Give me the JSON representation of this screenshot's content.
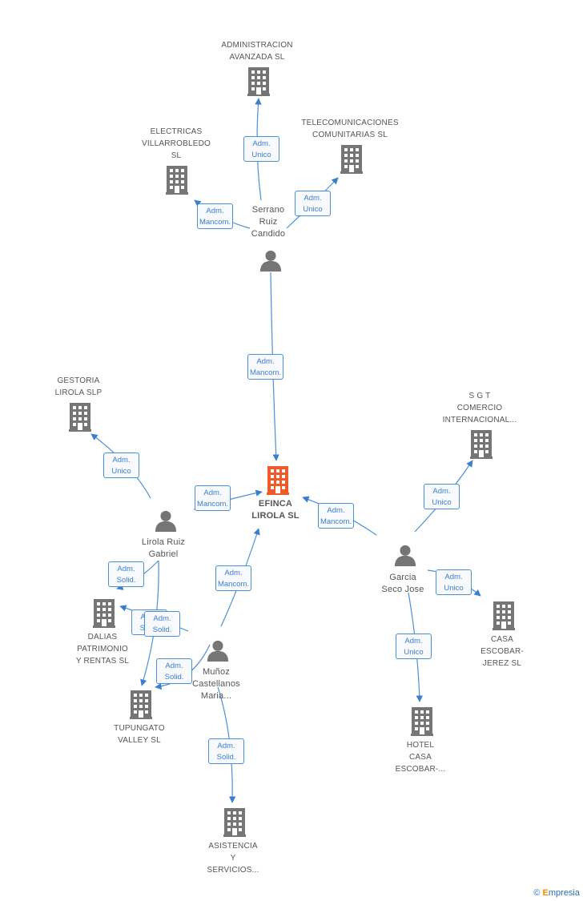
{
  "nodes": {
    "efinca": {
      "label": "EFINCA\nLIROLA SL",
      "type": "company-main"
    },
    "administracion": {
      "label": "ADMINISTRACION\nAVANZADA SL",
      "type": "company"
    },
    "electricas": {
      "label": "ELECTRICAS\nVILLARROBLEDO\nSL",
      "type": "company"
    },
    "telecomunicaciones": {
      "label": "TELECOMUNICACIONES\nCOMUNITARIAS SL",
      "type": "company"
    },
    "gestoria": {
      "label": "GESTORIA\nLIROLA SLP",
      "type": "company"
    },
    "sgt": {
      "label": "S G T\nCOMERCIO\nINTERNACIONAL...",
      "type": "company"
    },
    "dalias": {
      "label": "DALIAS\nPATRIMONIO\nY RENTAS SL",
      "type": "company"
    },
    "casa": {
      "label": "CASA\nESCOBAR-\nJEREZ SL",
      "type": "company"
    },
    "tupungato": {
      "label": "TUPUNGATO\nVALLEY SL",
      "type": "company"
    },
    "hotel": {
      "label": "HOTEL\nCASA\nESCOBAR-...",
      "type": "company"
    },
    "asistencia": {
      "label": "ASISTENCIA\nY\nSERVICIOS...",
      "type": "company"
    },
    "serrano": {
      "label": "Serrano\nRuiz\nCandido",
      "type": "person"
    },
    "lirola": {
      "label": "Lirola Ruiz\nGabriel",
      "type": "person"
    },
    "garcia": {
      "label": "Garcia\nSeco Jose",
      "type": "person"
    },
    "munoz": {
      "label": "Muñoz\nCastellanos\nMaria...",
      "type": "person"
    }
  },
  "edges": [
    {
      "from": "serrano",
      "to": "administracion",
      "role": [
        "Adm.",
        "Unico"
      ]
    },
    {
      "from": "serrano",
      "to": "electricas",
      "role": [
        "Adm.",
        "Mancom."
      ]
    },
    {
      "from": "serrano",
      "to": "telecomunicaciones",
      "role": [
        "Adm.",
        "Unico"
      ]
    },
    {
      "from": "serrano",
      "to": "efinca",
      "role": [
        "Adm.",
        "Mancom."
      ]
    },
    {
      "from": "lirola",
      "to": "gestoria",
      "role": [
        "Adm.",
        "Unico"
      ]
    },
    {
      "from": "lirola",
      "to": "efinca",
      "role": [
        "Adm.",
        "Mancom."
      ]
    },
    {
      "from": "lirola",
      "to": "dalias",
      "role": [
        "Adm.",
        "Solid."
      ]
    },
    {
      "from": "lirola",
      "to": "tupungato",
      "role": [
        "Adm.",
        "Solid."
      ]
    },
    {
      "from": "munoz",
      "to": "dalias",
      "role": [
        "Adm.",
        "Solid."
      ]
    },
    {
      "from": "munoz",
      "to": "tupungato",
      "role": [
        "Adm.",
        "Solid."
      ]
    },
    {
      "from": "munoz",
      "to": "efinca",
      "role": [
        "Adm.",
        "Mancom."
      ]
    },
    {
      "from": "munoz",
      "to": "asistencia",
      "role": [
        "Adm.",
        "Solid."
      ]
    },
    {
      "from": "garcia",
      "to": "efinca",
      "role": [
        "Adm.",
        "Mancom."
      ]
    },
    {
      "from": "garcia",
      "to": "sgt",
      "role": [
        "Adm.",
        "Unico"
      ]
    },
    {
      "from": "garcia",
      "to": "casa",
      "role": [
        "Adm.",
        "Unico"
      ]
    },
    {
      "from": "garcia",
      "to": "hotel",
      "role": [
        "Adm.",
        "Unico"
      ]
    }
  ],
  "watermark": {
    "symbol": "©",
    "brand": "Empresia"
  },
  "colors": {
    "edge": "#4a90d9",
    "icon": "#757575",
    "main_icon": "#f05a28"
  }
}
